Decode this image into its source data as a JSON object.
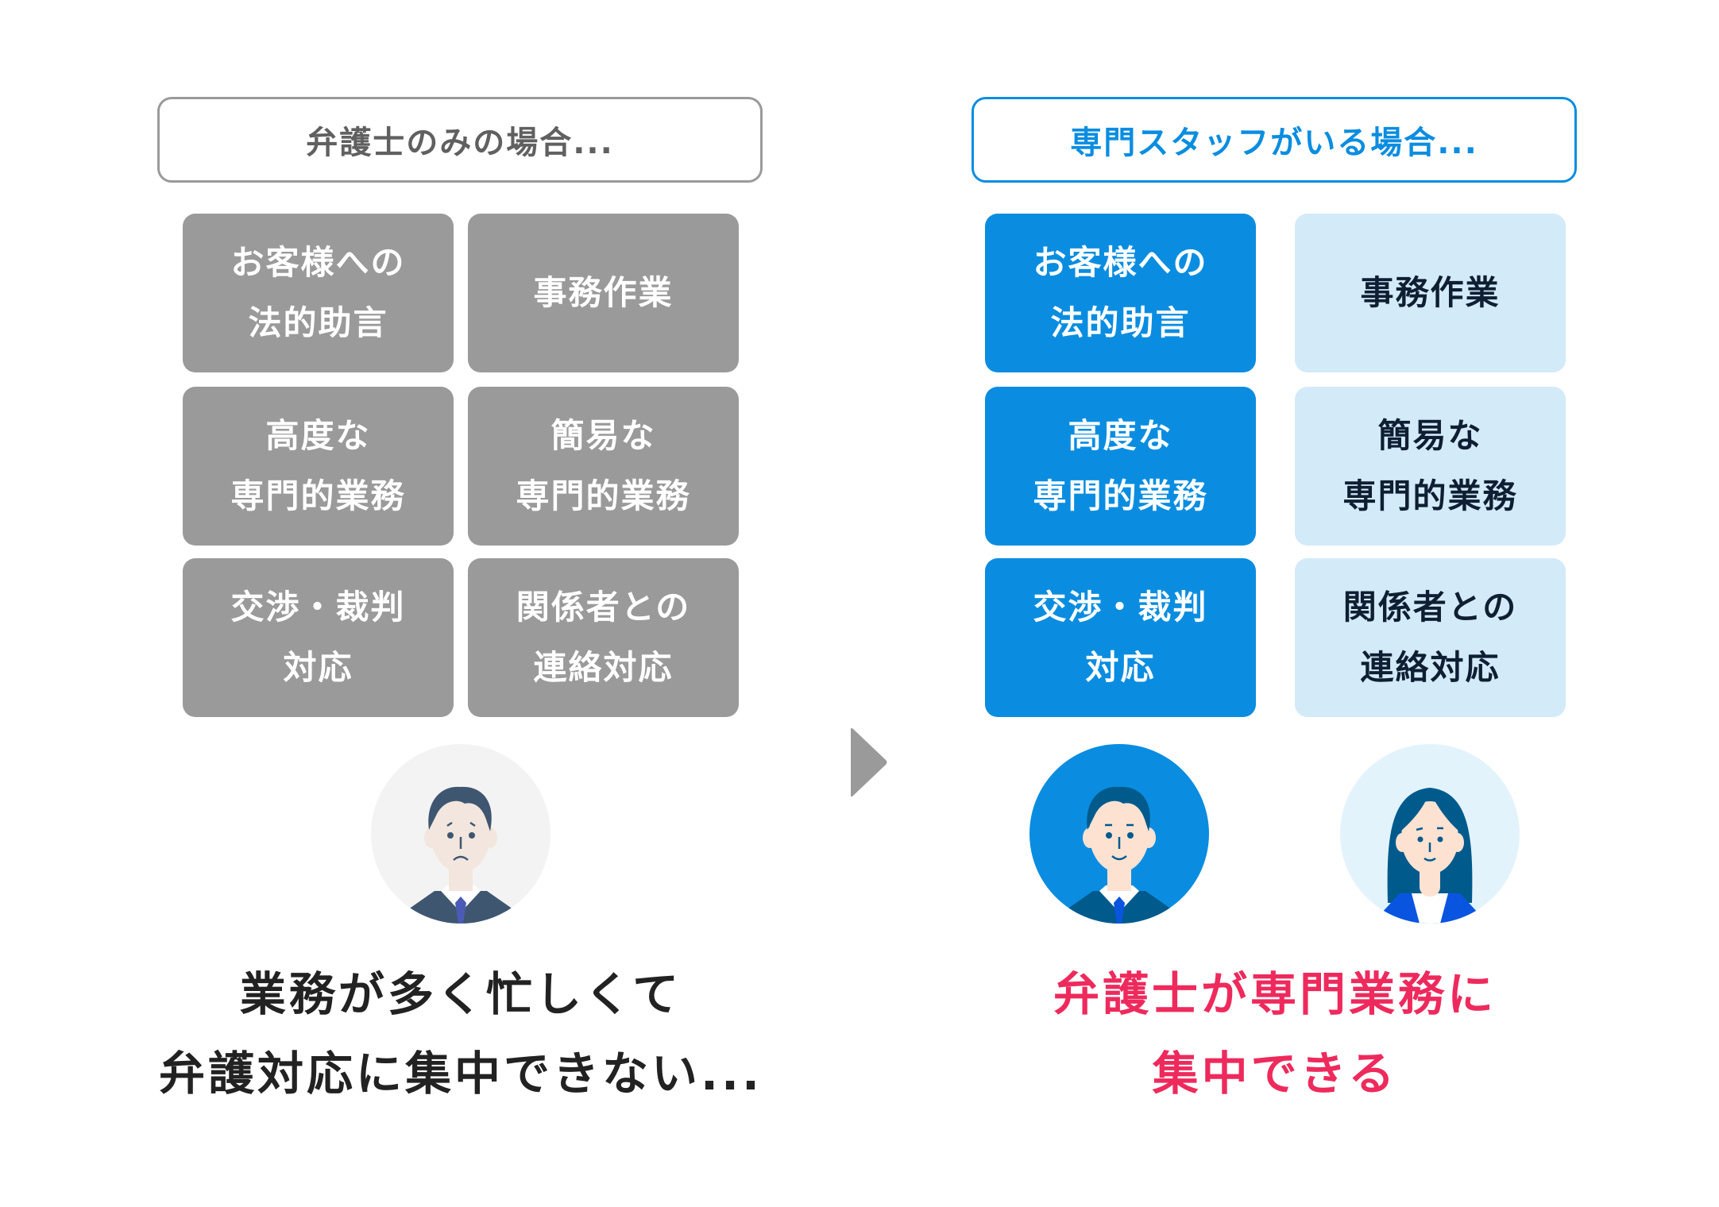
{
  "left_panel": {
    "header": "弁護士のみの場合...",
    "tiles": [
      "お客様への\n法的助言",
      "事務作業",
      "高度な\n専門的業務",
      "簡易な\n専門的業務",
      "交渉・裁判\n対応",
      "関係者との\n連絡対応"
    ],
    "avatar": "worried-lawyer-icon",
    "message_lines": [
      "業務が多く忙しくて",
      "弁護対応に集中できない..."
    ]
  },
  "right_panel": {
    "header": "専門スタッフがいる場合...",
    "tiles": [
      "お客様への\n法的助言",
      "事務作業",
      "高度な\n専門的業務",
      "簡易な\n専門的業務",
      "交渉・裁判\n対応",
      "関係者との\n連絡対応"
    ],
    "avatars": [
      "smiling-lawyer-icon",
      "staff-woman-icon"
    ],
    "message_lines": [
      "弁護士が専門業務に",
      "集中できる"
    ]
  },
  "colors": {
    "gray": "#9a9a9a",
    "blue": "#0a8de0",
    "light_blue": "#d3eaf9",
    "accent_pink": "#ee2a5d",
    "dark_text": "#0f1f33"
  }
}
